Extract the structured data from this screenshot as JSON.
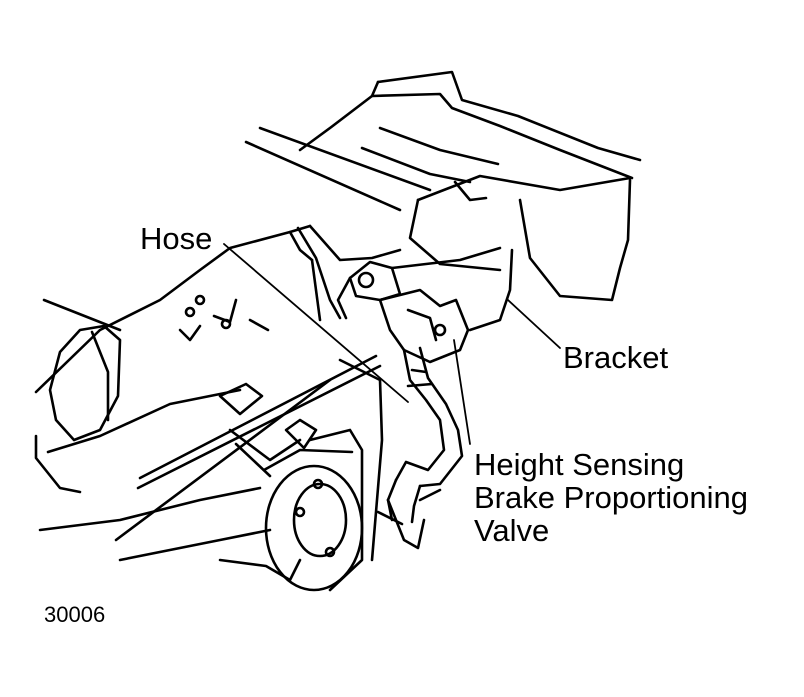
{
  "labels": {
    "hose": "Hose",
    "bracket": "Bracket",
    "valve_line1": "Height Sensing",
    "valve_line2": "Brake Proportioning",
    "valve_line3": "Valve"
  },
  "figure_number": "30006"
}
